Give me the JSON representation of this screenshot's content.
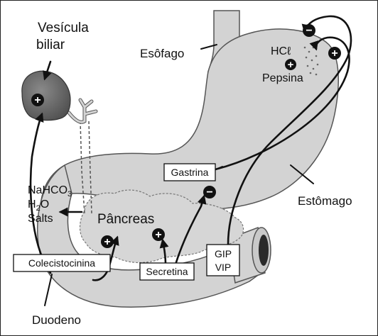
{
  "labels": {
    "gallbladder_line1": "Vesícula",
    "gallbladder_line2": "biliar",
    "esophagus": "Esôfago",
    "hcl": "HCℓ",
    "pepsin": "Pepsina",
    "gastrin": "Gastrina",
    "bicarb_1": "NaHCO",
    "bicarb_1_sub": "3",
    "bicarb_2": "H",
    "bicarb_2_sub": "2",
    "bicarb_2_tail": "O",
    "bicarb_3": "Salts",
    "pancreas": "Pâncreas",
    "stomach": "Estômago",
    "cck": "Colecistocinina",
    "secretin": "Secretina",
    "gip": "GIP",
    "vip": "VIP",
    "duodenum": "Duodeno"
  },
  "signs": {
    "plus": "+",
    "minus": "−"
  },
  "colors": {
    "organ_fill": "#d3d3d3",
    "organ_fill_dark": "#bdbdbd",
    "outline": "#555555",
    "arrow": "#111111",
    "gallbladder": "#6b6b6b"
  }
}
